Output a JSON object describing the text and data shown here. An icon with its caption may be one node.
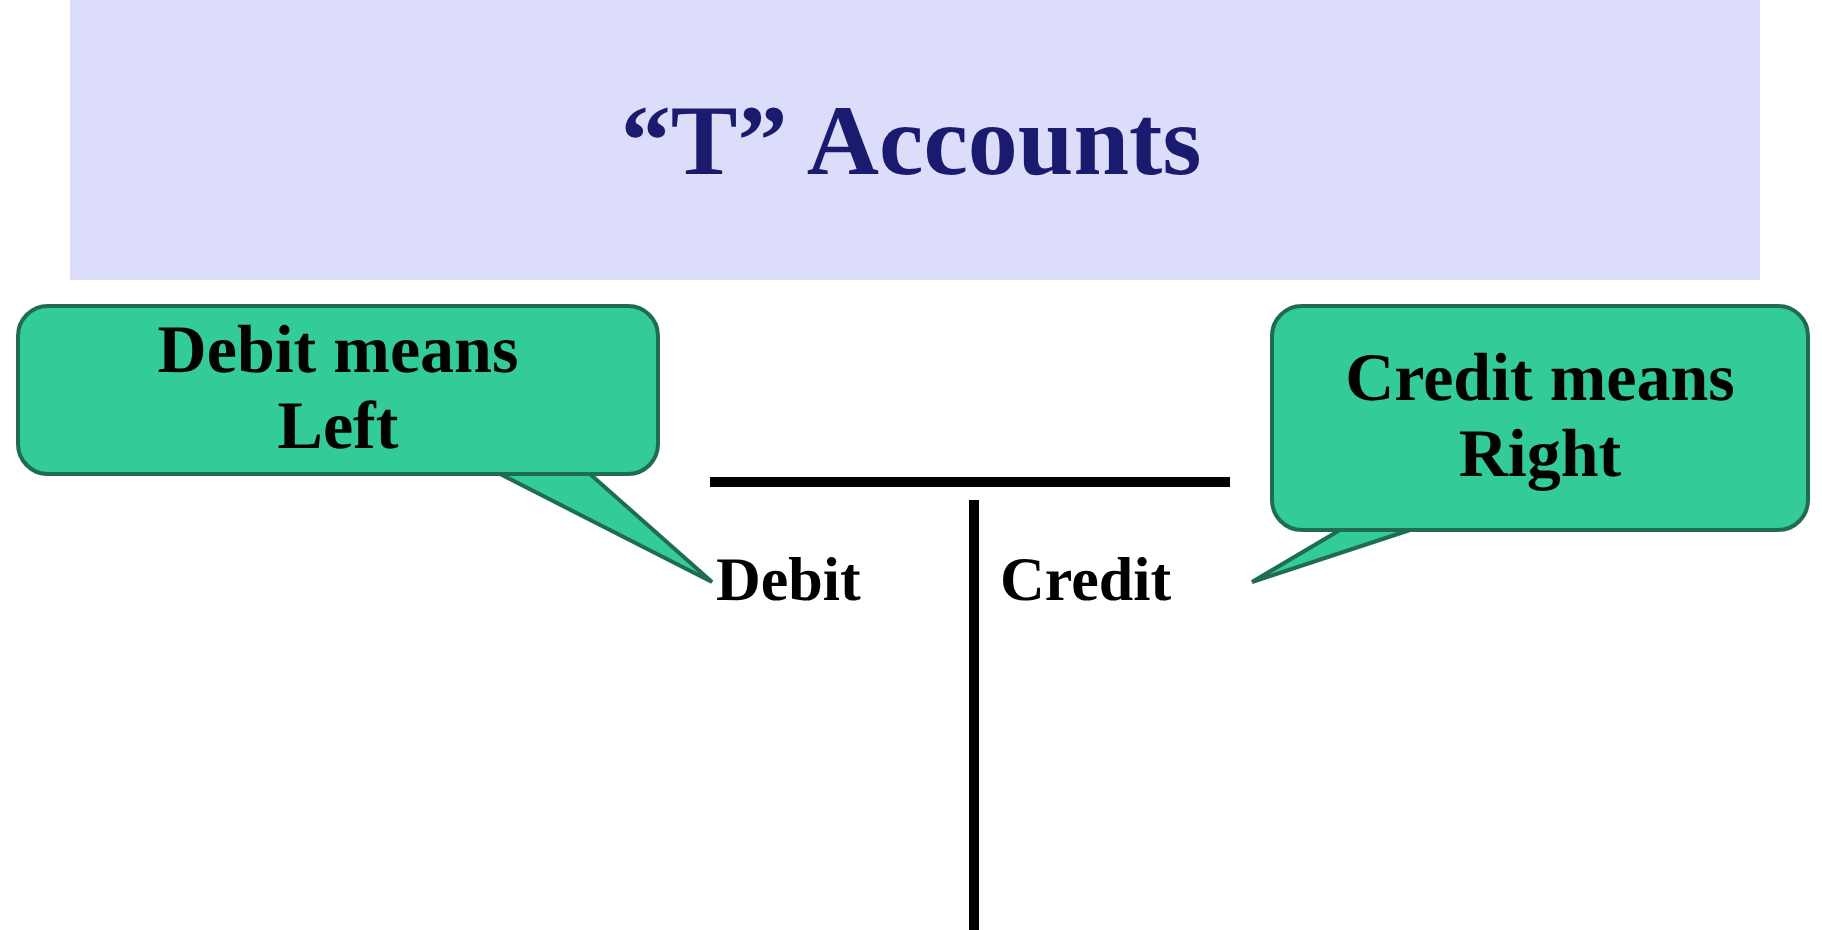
{
  "diagram": {
    "title": "“T” Accounts",
    "nodes": [
      {
        "text": [
          "Debit means Left"
        ]
      },
      {
        "text": [
          "Credit means Right"
        ]
      },
      {
        "text": [
          "Debit"
        ]
      },
      {
        "text": [
          "Credit"
        ]
      }
    ],
    "edges": [
      {
        "from": 0,
        "to": 2,
        "arrow": "none"
      },
      {
        "from": 1,
        "to": 3,
        "arrow": "none"
      }
    ]
  }
}
